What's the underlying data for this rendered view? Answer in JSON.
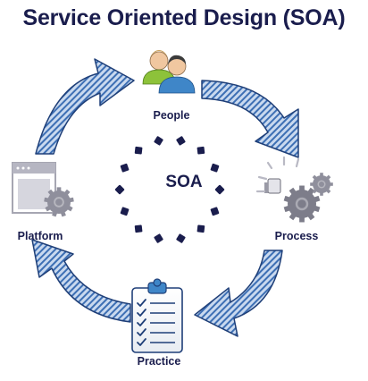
{
  "title": "Service Oriented Design (SOA)",
  "center_label": "SOA",
  "nodes": [
    {
      "label": "People",
      "icon": "people-icon"
    },
    {
      "label": "Process",
      "icon": "gears-process-icon"
    },
    {
      "label": "Practice",
      "icon": "clipboard-checklist-icon"
    },
    {
      "label": "Platform",
      "icon": "window-gear-icon"
    }
  ],
  "colors": {
    "title": "#1a1d4d",
    "arrow_fill": "#c9d9ef",
    "arrow_stripe": "#3d6fb4",
    "arrow_outline": "#1f3f78",
    "dots": "#1a1d4d",
    "gear_gray": "#7d7d8a"
  }
}
